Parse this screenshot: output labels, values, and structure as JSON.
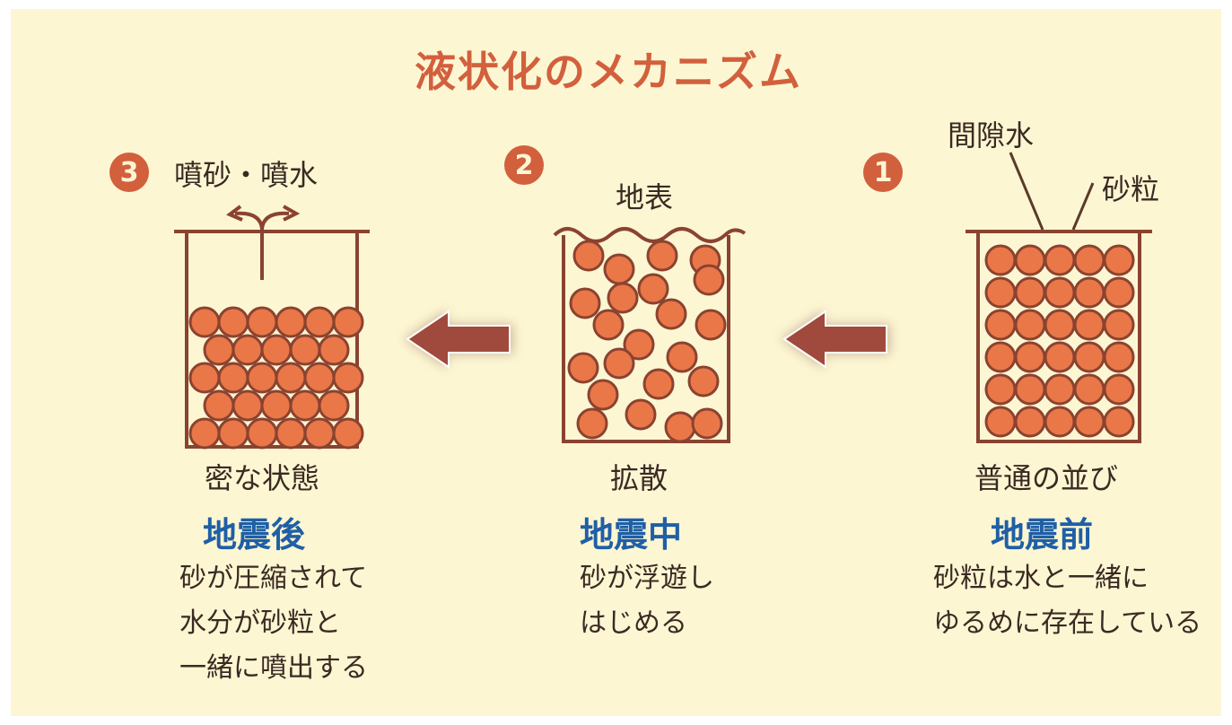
{
  "title": "液状化のメカニズム",
  "colors": {
    "accent": "#d2603d",
    "phase_blue": "#1f5fa6",
    "container": "#8a4330",
    "grain_fill": "#ea7748",
    "arrow": "#a0493d",
    "background": "#fdf6d3"
  },
  "stages": [
    {
      "number": "3",
      "label": "噴砂・噴水",
      "state": "密な状態",
      "phase": "地震後",
      "description": "砂が圧縮されて\n水分が砂粒と\n一緒に噴出する"
    },
    {
      "number": "2",
      "label": "地表",
      "state": "拡散",
      "phase": "地震中",
      "description": "砂が浮遊し\nはじめる"
    },
    {
      "number": "1",
      "label_pore_water": "間隙水",
      "label_grain": "砂粒",
      "state": "普通の並び",
      "phase": "地震前",
      "description": "砂粒は水と一緒に\nゆるめに存在している"
    }
  ]
}
